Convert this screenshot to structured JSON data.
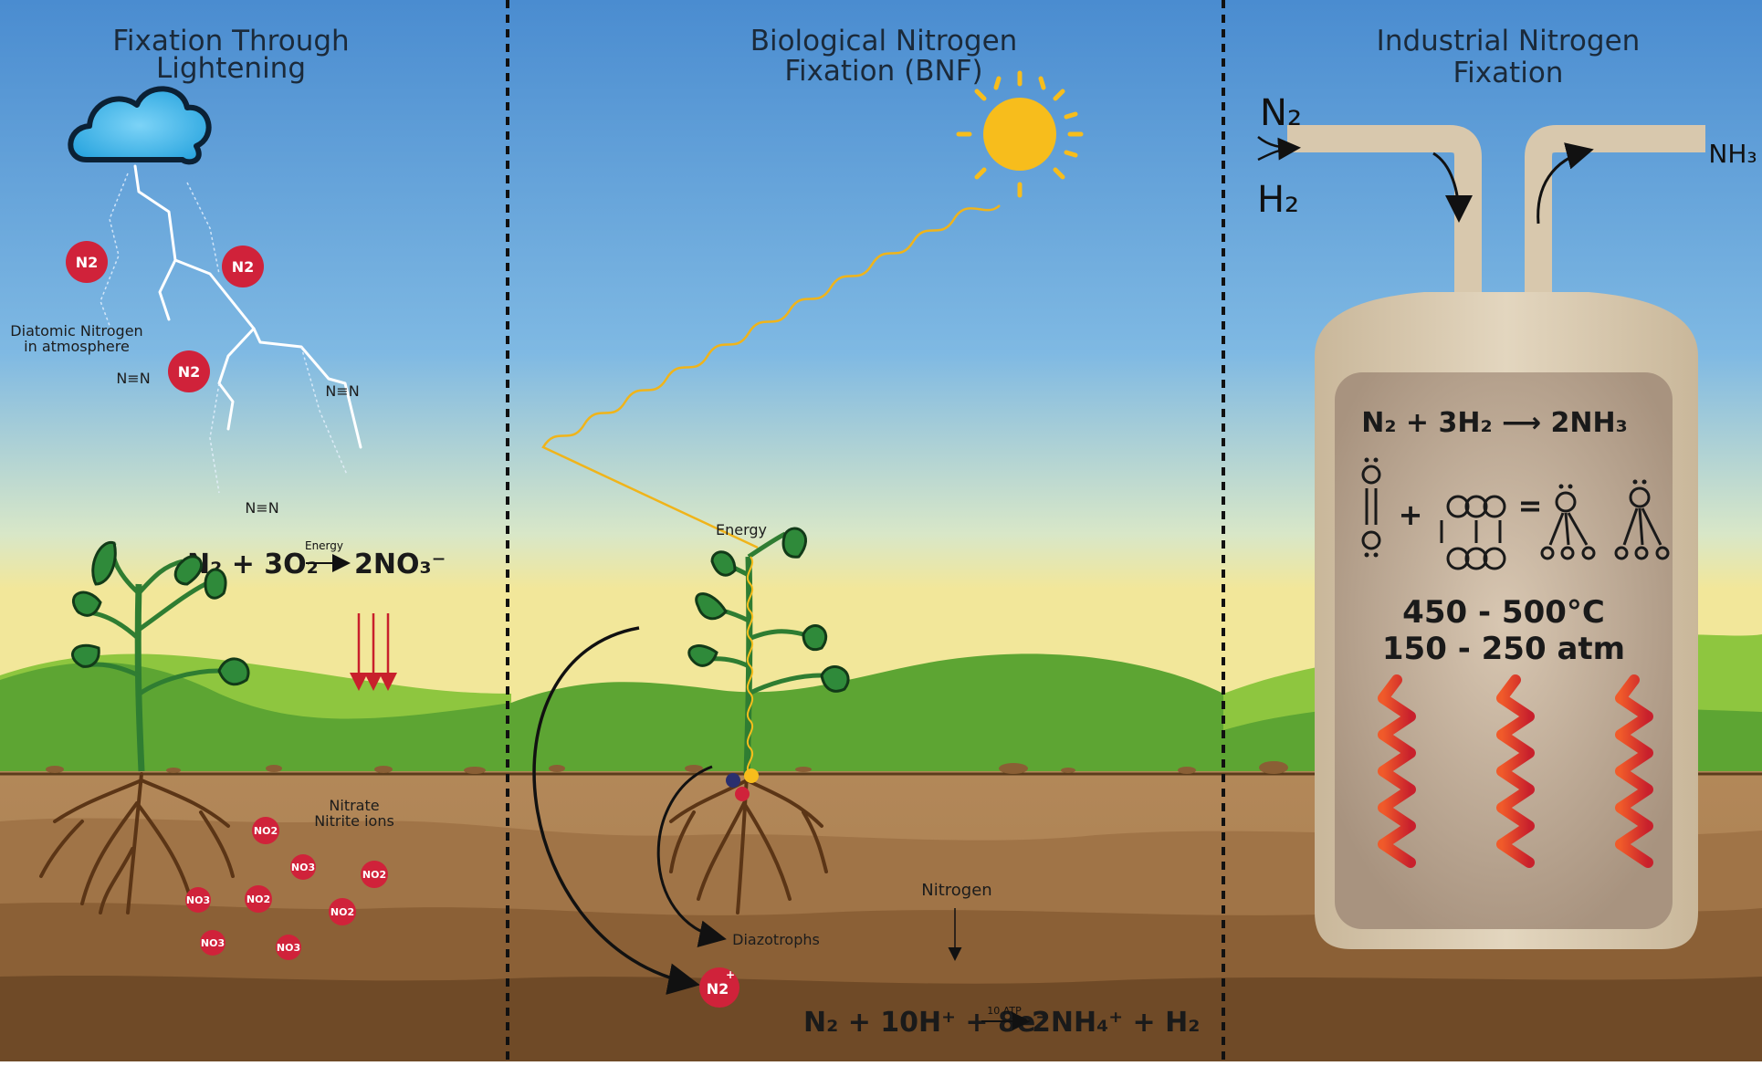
{
  "panels": {
    "lightning": {
      "title_line1": "Fixation Through",
      "title_line2": "Lightening",
      "n2_molecule": "N2",
      "atmosphere_label_line1": "Diatomic Nitrogen",
      "atmosphere_label_line2": "in atmosphere",
      "triple_bond_1": "N≡N",
      "triple_bond_2": "N≡N",
      "triple_bond_3": "N≡N",
      "equation_lhs": "N₂ + 3O₂",
      "equation_energy": "Energy",
      "equation_rhs": "2NO₃⁻",
      "soil_label_line1": "Nitrate",
      "soil_label_line2": "Nitrite ions",
      "no2_ion": "NO2",
      "no3_ion": "NO3"
    },
    "biological": {
      "title_line1": "Biological Nitrogen",
      "title_line2": "Fixation (BNF)",
      "energy_label": "Energy",
      "diazotrophs_label": "Diazotrophs",
      "nitrogen_label": "Nitrogen",
      "n2_ion": "N2",
      "equation_lhs": "N₂ + 10H⁺ + 8e⁻",
      "equation_atp": "10 ATP",
      "equation_rhs": "2NH₄⁺ + H₂"
    },
    "industrial": {
      "title_line1": "Industrial Nitrogen",
      "title_line2": "Fixation",
      "input_n2": "N₂",
      "input_h2": "H₂",
      "output_nh3": "NH₃",
      "equation": "N₂ + 3H₂ ⟶ 2NH₃",
      "temperature": "450 - 500°C",
      "pressure": "150 - 250 atm"
    }
  },
  "colors": {
    "sky_top": "#4a8fd0",
    "sky_bottom": "#f0e9a0",
    "grass_dark": "#5fa834",
    "grass_light": "#8ec63f",
    "soil_top": "#b58a5a",
    "soil_mid": "#8c6238",
    "soil_deep": "#6e4a26",
    "molecule_red": "#d0223a",
    "sun_yellow": "#f7bd1c",
    "tank_beige": "#d8c8ad",
    "heater_red": "#e0322a"
  }
}
